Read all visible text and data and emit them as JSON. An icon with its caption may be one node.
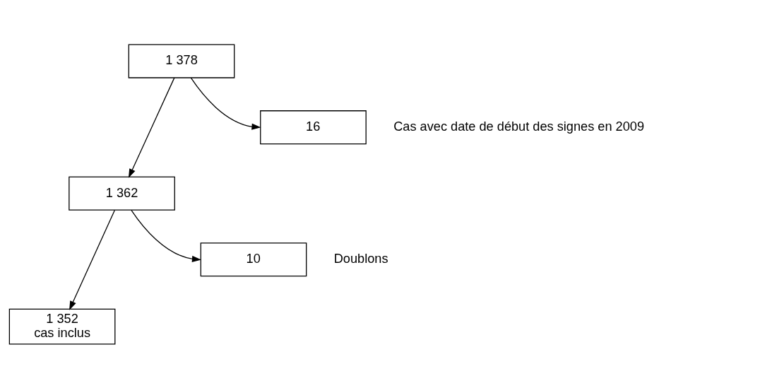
{
  "diagram": {
    "nodes": [
      {
        "text": [
          "1 378"
        ]
      },
      {
        "text": [
          "16"
        ],
        "beside": [
          "Cas avec date de début des signes en 2009"
        ]
      },
      {
        "text": [
          "1 362"
        ]
      },
      {
        "text": [
          "10"
        ],
        "beside": [
          "Doublons"
        ]
      },
      {
        "text": [
          "1 352",
          "cas inclus"
        ]
      }
    ],
    "edges": [
      {
        "from": 0,
        "to": 1,
        "arrow": "to"
      },
      {
        "from": 0,
        "to": 2,
        "arrow": "to"
      },
      {
        "from": 2,
        "to": 3,
        "arrow": "to"
      },
      {
        "from": 2,
        "to": 4,
        "arrow": "to"
      }
    ]
  }
}
